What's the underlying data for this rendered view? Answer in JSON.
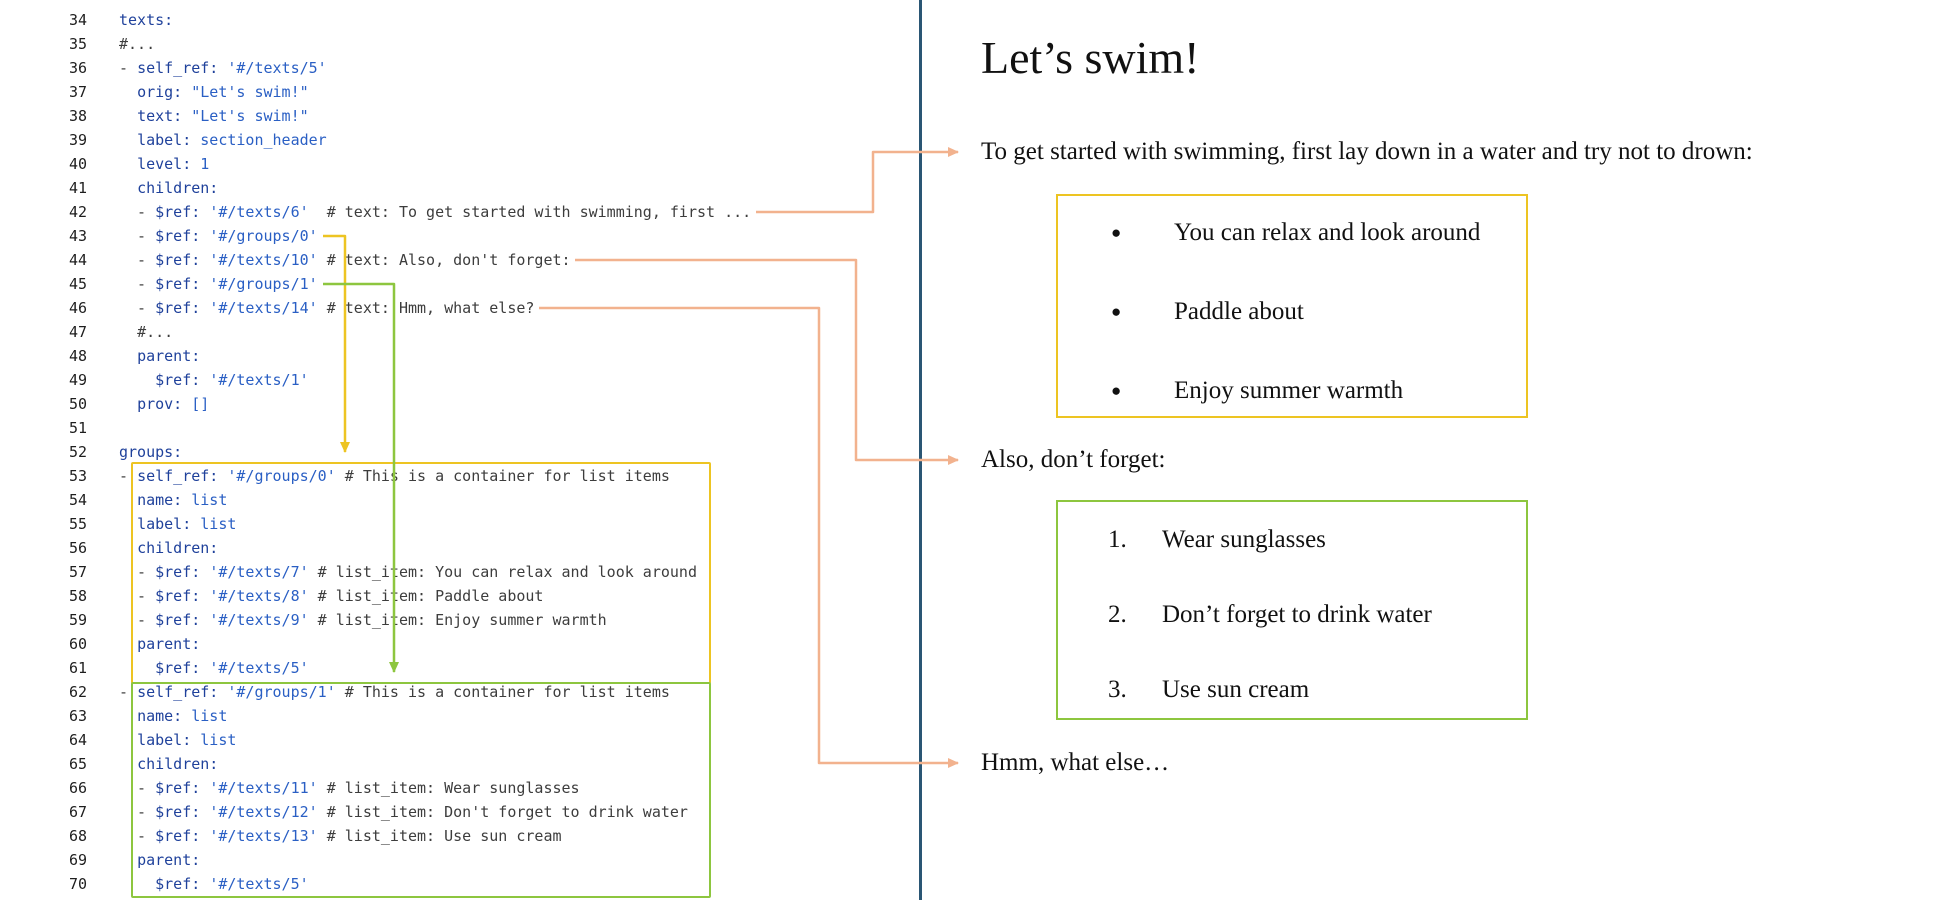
{
  "colors": {
    "accent-yellow": "#edc422",
    "accent-green": "#8dc63f",
    "accent-salmon": "#f2b28e",
    "divider-navy": "#2a5674",
    "code-key": "#1f419b",
    "code-string": "#2a5fc4",
    "code-value": "#2a5fc4",
    "code-comment": "#3d3d3d",
    "code-plain": "#3d3d3d",
    "line-number": "#1e1e1e"
  },
  "code": {
    "lines": [
      {
        "n": 34,
        "seg": [
          [
            "k",
            "texts:"
          ]
        ]
      },
      {
        "n": 35,
        "seg": [
          [
            "c",
            "#..."
          ]
        ]
      },
      {
        "n": 36,
        "seg": [
          [
            "p",
            "- "
          ],
          [
            "k",
            "self_ref: "
          ],
          [
            "s",
            "'#/texts/5'"
          ]
        ]
      },
      {
        "n": 37,
        "seg": [
          [
            "p",
            "  "
          ],
          [
            "k",
            "orig: "
          ],
          [
            "s",
            "\"Let's swim!\""
          ]
        ]
      },
      {
        "n": 38,
        "seg": [
          [
            "p",
            "  "
          ],
          [
            "k",
            "text: "
          ],
          [
            "s",
            "\"Let's swim!\""
          ]
        ]
      },
      {
        "n": 39,
        "seg": [
          [
            "p",
            "  "
          ],
          [
            "k",
            "label: "
          ],
          [
            "v",
            "section_header"
          ]
        ]
      },
      {
        "n": 40,
        "seg": [
          [
            "p",
            "  "
          ],
          [
            "k",
            "level: "
          ],
          [
            "v",
            "1"
          ]
        ]
      },
      {
        "n": 41,
        "seg": [
          [
            "p",
            "  "
          ],
          [
            "k",
            "children:"
          ]
        ]
      },
      {
        "n": 42,
        "seg": [
          [
            "p",
            "  - "
          ],
          [
            "k",
            "$ref: "
          ],
          [
            "s",
            "'#/texts/6'"
          ],
          [
            "c",
            "  # text: To get started with swimming, first ..."
          ]
        ]
      },
      {
        "n": 43,
        "seg": [
          [
            "p",
            "  - "
          ],
          [
            "k",
            "$ref: "
          ],
          [
            "s",
            "'#/groups/0'"
          ]
        ]
      },
      {
        "n": 44,
        "seg": [
          [
            "p",
            "  - "
          ],
          [
            "k",
            "$ref: "
          ],
          [
            "s",
            "'#/texts/10'"
          ],
          [
            "c",
            " # text: Also, don't forget:"
          ]
        ]
      },
      {
        "n": 45,
        "seg": [
          [
            "p",
            "  - "
          ],
          [
            "k",
            "$ref: "
          ],
          [
            "s",
            "'#/groups/1'"
          ]
        ]
      },
      {
        "n": 46,
        "seg": [
          [
            "p",
            "  - "
          ],
          [
            "k",
            "$ref: "
          ],
          [
            "s",
            "'#/texts/14'"
          ],
          [
            "c",
            " # text: Hmm, what else?"
          ]
        ]
      },
      {
        "n": 47,
        "seg": [
          [
            "p",
            "  "
          ],
          [
            "c",
            "#..."
          ]
        ]
      },
      {
        "n": 48,
        "seg": [
          [
            "p",
            "  "
          ],
          [
            "k",
            "parent:"
          ]
        ]
      },
      {
        "n": 49,
        "seg": [
          [
            "p",
            "    "
          ],
          [
            "k",
            "$ref: "
          ],
          [
            "s",
            "'#/texts/1'"
          ]
        ]
      },
      {
        "n": 50,
        "seg": [
          [
            "p",
            "  "
          ],
          [
            "k",
            "prov: "
          ],
          [
            "v",
            "[]"
          ]
        ]
      },
      {
        "n": 51,
        "seg": []
      },
      {
        "n": 52,
        "seg": [
          [
            "k",
            "groups:"
          ]
        ]
      },
      {
        "n": 53,
        "seg": [
          [
            "p",
            "- "
          ],
          [
            "k",
            "self_ref: "
          ],
          [
            "s",
            "'#/groups/0'"
          ],
          [
            "c",
            " # This is a container for list items"
          ]
        ]
      },
      {
        "n": 54,
        "seg": [
          [
            "p",
            "  "
          ],
          [
            "k",
            "name: "
          ],
          [
            "v",
            "list"
          ]
        ]
      },
      {
        "n": 55,
        "seg": [
          [
            "p",
            "  "
          ],
          [
            "k",
            "label: "
          ],
          [
            "v",
            "list"
          ]
        ]
      },
      {
        "n": 56,
        "seg": [
          [
            "p",
            "  "
          ],
          [
            "k",
            "children:"
          ]
        ]
      },
      {
        "n": 57,
        "seg": [
          [
            "p",
            "  - "
          ],
          [
            "k",
            "$ref: "
          ],
          [
            "s",
            "'#/texts/7'"
          ],
          [
            "c",
            " # list_item: You can relax and look around"
          ]
        ]
      },
      {
        "n": 58,
        "seg": [
          [
            "p",
            "  - "
          ],
          [
            "k",
            "$ref: "
          ],
          [
            "s",
            "'#/texts/8'"
          ],
          [
            "c",
            " # list_item: Paddle about"
          ]
        ]
      },
      {
        "n": 59,
        "seg": [
          [
            "p",
            "  - "
          ],
          [
            "k",
            "$ref: "
          ],
          [
            "s",
            "'#/texts/9'"
          ],
          [
            "c",
            " # list_item: Enjoy summer warmth"
          ]
        ]
      },
      {
        "n": 60,
        "seg": [
          [
            "p",
            "  "
          ],
          [
            "k",
            "parent:"
          ]
        ]
      },
      {
        "n": 61,
        "seg": [
          [
            "p",
            "    "
          ],
          [
            "k",
            "$ref: "
          ],
          [
            "s",
            "'#/texts/5'"
          ]
        ]
      },
      {
        "n": 62,
        "seg": [
          [
            "p",
            "- "
          ],
          [
            "k",
            "self_ref: "
          ],
          [
            "s",
            "'#/groups/1'"
          ],
          [
            "c",
            " # This is a container for list items"
          ]
        ]
      },
      {
        "n": 63,
        "seg": [
          [
            "p",
            "  "
          ],
          [
            "k",
            "name: "
          ],
          [
            "v",
            "list"
          ]
        ]
      },
      {
        "n": 64,
        "seg": [
          [
            "p",
            "  "
          ],
          [
            "k",
            "label: "
          ],
          [
            "v",
            "list"
          ]
        ]
      },
      {
        "n": 65,
        "seg": [
          [
            "p",
            "  "
          ],
          [
            "k",
            "children:"
          ]
        ]
      },
      {
        "n": 66,
        "seg": [
          [
            "p",
            "  - "
          ],
          [
            "k",
            "$ref: "
          ],
          [
            "s",
            "'#/texts/11'"
          ],
          [
            "c",
            " # list_item: Wear sunglasses"
          ]
        ]
      },
      {
        "n": 67,
        "seg": [
          [
            "p",
            "  - "
          ],
          [
            "k",
            "$ref: "
          ],
          [
            "s",
            "'#/texts/12'"
          ],
          [
            "c",
            " # list_item: Don't forget to drink water"
          ]
        ]
      },
      {
        "n": 68,
        "seg": [
          [
            "p",
            "  - "
          ],
          [
            "k",
            "$ref: "
          ],
          [
            "s",
            "'#/texts/13'"
          ],
          [
            "c",
            " # list_item: Use sun cream"
          ]
        ]
      },
      {
        "n": 69,
        "seg": [
          [
            "p",
            "  "
          ],
          [
            "k",
            "parent:"
          ]
        ]
      },
      {
        "n": 70,
        "seg": [
          [
            "p",
            "    "
          ],
          [
            "k",
            "$ref: "
          ],
          [
            "s",
            "'#/texts/5'"
          ]
        ]
      }
    ]
  },
  "doc": {
    "title": "Let’s swim!",
    "para1": "To get started with swimming, first lay down in a water and try not to drown:",
    "bullets": [
      "You can relax and look around",
      "Paddle about",
      "Enjoy summer warmth"
    ],
    "bullet_glyph": "●",
    "para2": "Also, don’t forget:",
    "numbered": [
      "Wear sunglasses",
      "Don’t forget to drink water",
      "Use sun cream"
    ],
    "para3": "Hmm, what else…"
  }
}
